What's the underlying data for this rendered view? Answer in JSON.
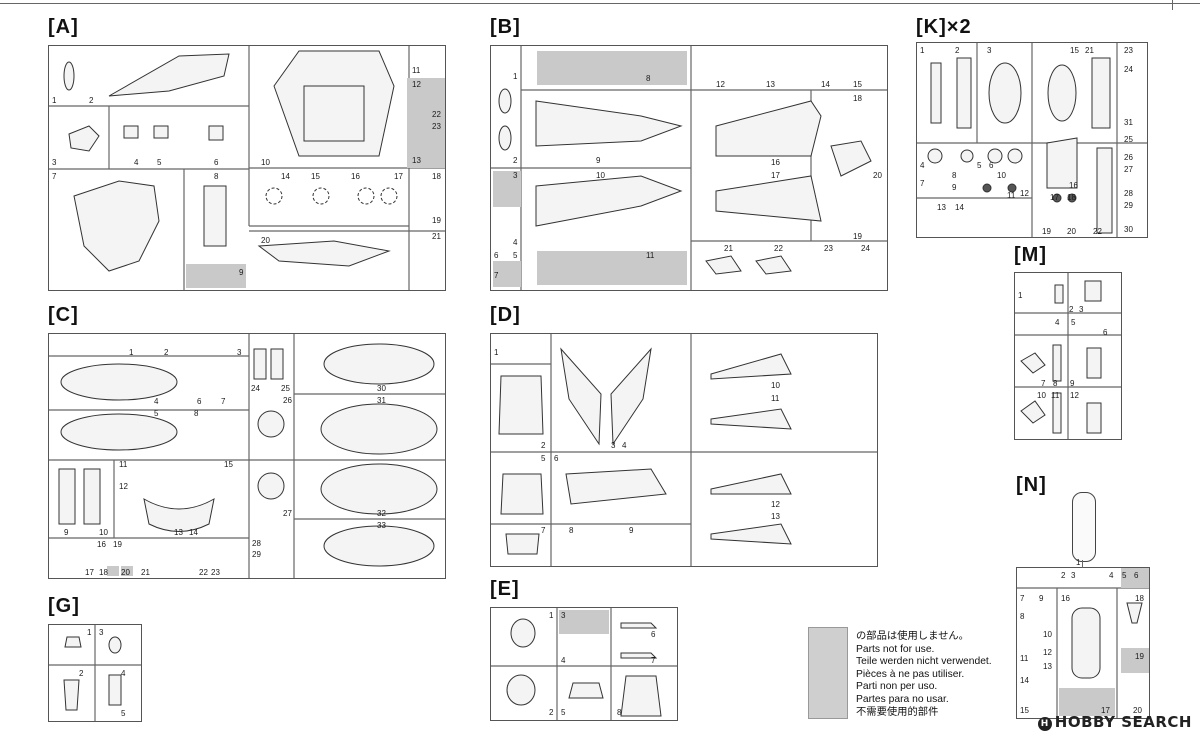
{
  "sprues": {
    "A": {
      "label": "[A]",
      "numbers": [
        "1",
        "2",
        "3",
        "4",
        "5",
        "6",
        "7",
        "8",
        "9",
        "10",
        "11",
        "12",
        "13",
        "14",
        "15",
        "16",
        "17",
        "18",
        "19",
        "20",
        "21",
        "22",
        "23"
      ]
    },
    "B": {
      "label": "[B]",
      "numbers": [
        "1",
        "2",
        "3",
        "4",
        "5",
        "6",
        "7",
        "8",
        "9",
        "10",
        "11",
        "12",
        "13",
        "14",
        "15",
        "16",
        "17",
        "18",
        "19",
        "20",
        "21",
        "22",
        "23",
        "24"
      ]
    },
    "K": {
      "label": "[K]×2",
      "numbers": [
        "1",
        "2",
        "3",
        "4",
        "5",
        "6",
        "7",
        "8",
        "9",
        "10",
        "11",
        "12",
        "13",
        "14",
        "15",
        "16",
        "17",
        "18",
        "19",
        "20",
        "21",
        "22",
        "23",
        "24",
        "25",
        "26",
        "27",
        "28",
        "29",
        "30",
        "31"
      ]
    },
    "M": {
      "label": "[M]",
      "numbers": [
        "1",
        "2",
        "3",
        "4",
        "5",
        "6",
        "7",
        "8",
        "9",
        "10",
        "11",
        "12"
      ]
    },
    "C": {
      "label": "[C]",
      "numbers": [
        "1",
        "2",
        "3",
        "4",
        "5",
        "6",
        "7",
        "8",
        "9",
        "10",
        "11",
        "12",
        "13",
        "14",
        "15",
        "16",
        "17",
        "18",
        "19",
        "20",
        "21",
        "22",
        "23",
        "24",
        "25",
        "26",
        "27",
        "28",
        "29",
        "30",
        "31",
        "32",
        "33"
      ]
    },
    "D": {
      "label": "[D]",
      "numbers": [
        "1",
        "2",
        "3",
        "4",
        "5",
        "6",
        "7",
        "8",
        "9",
        "10",
        "11",
        "12",
        "13"
      ]
    },
    "N": {
      "label": "[N]",
      "numbers": [
        "1",
        "2",
        "3",
        "4",
        "5",
        "6",
        "7",
        "8",
        "9",
        "10",
        "11",
        "12",
        "13",
        "14",
        "15",
        "16",
        "17",
        "18",
        "19",
        "20"
      ]
    },
    "E": {
      "label": "[E]",
      "numbers": [
        "1",
        "2",
        "3",
        "4",
        "5",
        "6",
        "7",
        "8"
      ]
    },
    "G": {
      "label": "[G]",
      "numbers": [
        "1",
        "2",
        "3",
        "4",
        "5"
      ]
    }
  },
  "unused_parts_notice": [
    "の部品は使用しません。",
    "Parts not for use.",
    "Teile werden nicht verwendet.",
    "Pièces à ne pas utiliser.",
    "Parti non per uso.",
    "Partes para no usar.",
    "不需要使用的部件"
  ],
  "watermark": {
    "brand": "HOBBY",
    "suffix": "SEARCH"
  },
  "colors": {
    "unused_fill": "#c9c9c9",
    "line": "#555555",
    "background": "#ffffff"
  }
}
